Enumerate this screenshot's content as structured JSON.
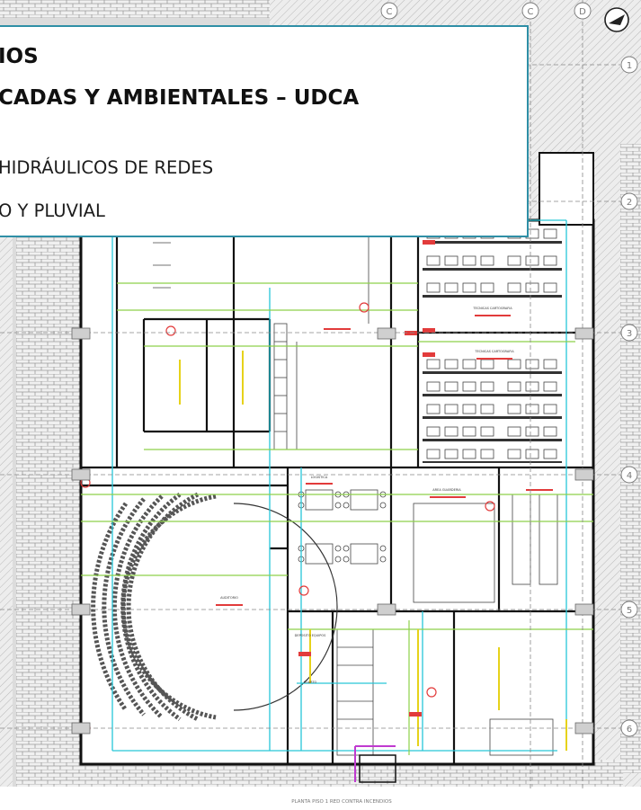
{
  "title_block": {
    "line1": "IOS",
    "line2": "CADAS Y AMBIENTALES – UDCA",
    "line3": "HIDRÁULICOS DE REDES",
    "line4": "O Y PLUVIAL"
  },
  "grid_labels": {
    "columns": [
      "C",
      "C",
      "D"
    ],
    "rows": [
      "1",
      "2",
      "3",
      "4",
      "5",
      "6"
    ]
  },
  "room_labels": [
    "TECNICAS CARTOGRAFIA",
    "TECNICAS CARTOGRAFIA",
    "AREA GUARDERIA",
    "LOGISTICA",
    "AUDITORIO",
    "DEPOSITO EQUIPOS",
    "CUARTO"
  ],
  "sheet_caption": "PLANTA PISO 1 RED CONTRA INCENDIOS",
  "colors": {
    "title_border": "#2f8fa6",
    "cyan_line": "#27c6d8",
    "green_line": "#8ed14a",
    "yellow_line": "#e6d21a",
    "red_marker": "#e23b3b",
    "magenta_line": "#c03ad0",
    "wall": "#111111"
  }
}
